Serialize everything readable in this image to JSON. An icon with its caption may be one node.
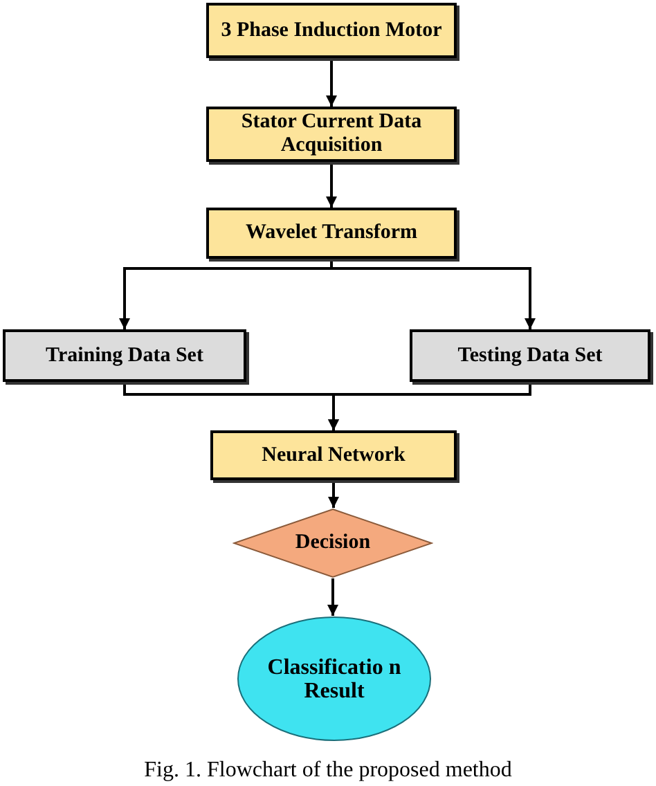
{
  "diagram": {
    "caption": "Fig. 1. Flowchart of the proposed method",
    "nodes": [
      {
        "text": [
          "3 Phase Induction Motor"
        ]
      },
      {
        "text": [
          "Stator Current Data Acquisition"
        ]
      },
      {
        "text": [
          "Wavelet Transform"
        ]
      },
      {
        "text": [
          "Training Data Set"
        ]
      },
      {
        "text": [
          "Testing Data Set"
        ]
      },
      {
        "text": [
          "Neural Network"
        ]
      },
      {
        "text": [
          "Decision"
        ]
      },
      {
        "text": [
          "Classificatio n Result"
        ]
      }
    ],
    "edges": [
      {
        "from": 0,
        "to": 1,
        "arrow": "to"
      },
      {
        "from": 1,
        "to": 2,
        "arrow": "to"
      },
      {
        "from": 2,
        "to": 3,
        "arrow": "to"
      },
      {
        "from": 2,
        "to": 4,
        "arrow": "to"
      },
      {
        "from": 3,
        "to": 5,
        "arrow": "to"
      },
      {
        "from": 4,
        "to": 5,
        "arrow": "to"
      },
      {
        "from": 5,
        "to": 6,
        "arrow": "to"
      },
      {
        "from": 6,
        "to": 7,
        "arrow": "to"
      }
    ]
  }
}
